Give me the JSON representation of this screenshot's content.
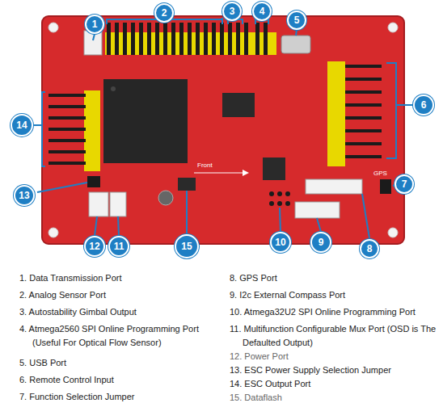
{
  "diagram": {
    "nodes": [
      {
        "text": [
          "1"
        ]
      },
      {
        "text": [
          "2"
        ]
      },
      {
        "text": [
          "3"
        ]
      },
      {
        "text": [
          "4"
        ]
      },
      {
        "text": [
          "5"
        ]
      },
      {
        "text": [
          "6"
        ]
      },
      {
        "text": [
          "7"
        ]
      },
      {
        "text": [
          "8"
        ]
      },
      {
        "text": [
          "9"
        ]
      },
      {
        "text": [
          "10"
        ]
      },
      {
        "text": [
          "11"
        ]
      },
      {
        "text": [
          "12"
        ]
      },
      {
        "text": [
          "13"
        ]
      },
      {
        "text": [
          "14"
        ]
      },
      {
        "text": [
          "15"
        ]
      }
    ],
    "labels": [
      "1. Data Transmission Port",
      "2. Analog Sensor Port",
      "3. Autostability Gimbal Output",
      "4. Atmega2560 SPI Online Programming Port (Useful For Optical Flow Sensor)",
      "5. USB Port",
      "6. Remote Control Input",
      "7. Function Selection Jumper",
      "8. GPS Port",
      "9. I2c External Compass Port",
      "10. Atmega32U2 SPI Online Programming Port",
      "11. Multifunction Configurable Mux Port (OSD is The Defaulted Output)",
      "12. Power Port",
      "13. ESC Power Supply Selection Jumper",
      "14. ESC Output Port",
      "15. Dataflash",
      "Front",
      "GPS"
    ]
  }
}
